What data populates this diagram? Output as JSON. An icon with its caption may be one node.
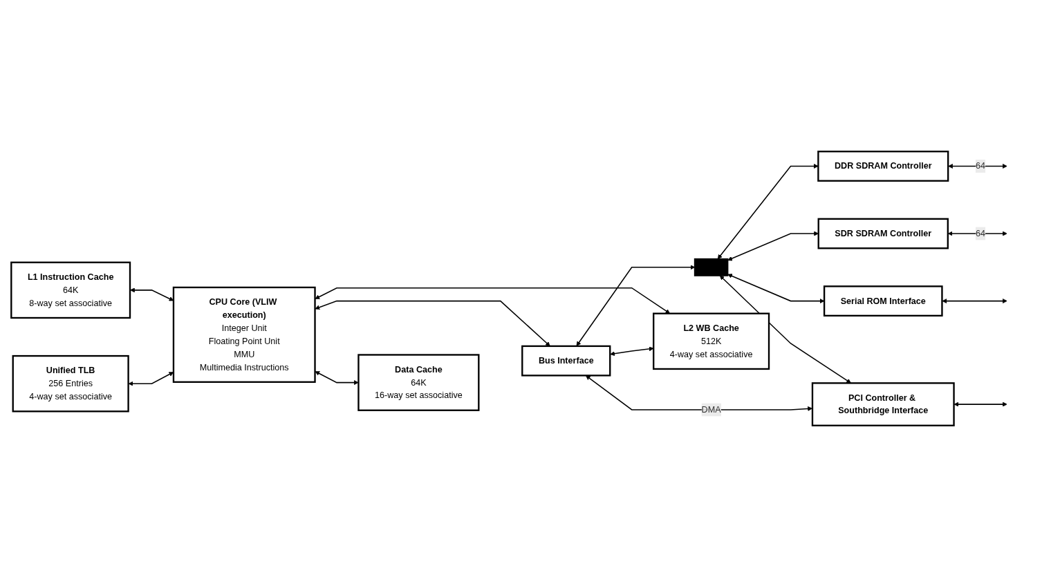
{
  "diagram": {
    "nodes": [
      {
        "text": [
          "L1 Instruction Cache",
          "64K",
          "8-way set associative"
        ]
      },
      {
        "text": [
          "Unified TLB",
          "256 Entries",
          "4-way set associative"
        ]
      },
      {
        "text": [
          "CPU Core (VLIW execution)",
          "Integer Unit",
          "Floating Point Unit",
          "MMU",
          "Multimedia Instructions"
        ]
      },
      {
        "text": [
          "Bus Interface"
        ]
      },
      {
        "text": [],
        "shape": "bar"
      },
      {
        "text": [
          "DDR SDRAM Controller"
        ]
      },
      {
        "text": [
          "SDR SDRAM Controller"
        ]
      },
      {
        "text": [
          "Serial ROM Interface"
        ]
      },
      {
        "text": [
          "PCI Controller & Southbridge Interface"
        ]
      },
      {
        "text": [
          "Data Cache",
          "64K",
          "16-way set associative"
        ]
      },
      {
        "text": [
          "L2 WB Cache",
          "512K",
          "4-way set associative"
        ]
      }
    ],
    "edges": [
      {
        "from": 0,
        "to": 2,
        "arrow": "both"
      },
      {
        "from": 1,
        "to": 2,
        "arrow": "both"
      },
      {
        "from": 2,
        "to": 3,
        "arrow": "both"
      },
      {
        "from": 2,
        "to": 9,
        "arrow": "both"
      },
      {
        "from": 2,
        "to": 10,
        "arrow": "both"
      },
      {
        "from": 3,
        "to": 10,
        "arrow": "both"
      },
      {
        "from": 3,
        "to": 4,
        "arrow": "both"
      },
      {
        "from": 4,
        "to": 5,
        "arrow": "both"
      },
      {
        "from": 4,
        "to": 6,
        "arrow": "both"
      },
      {
        "from": 4,
        "to": 7,
        "arrow": "both"
      },
      {
        "from": 4,
        "to": 8,
        "arrow": "both"
      },
      {
        "from": 5,
        "to": null,
        "arrow": "both",
        "label": "64"
      },
      {
        "from": 6,
        "to": null,
        "arrow": "both",
        "label": "64"
      },
      {
        "from": 7,
        "to": null,
        "arrow": "both"
      },
      {
        "from": 8,
        "to": null,
        "arrow": "both"
      },
      {
        "from": 8,
        "to": 3,
        "arrow": "both",
        "label": "DMA"
      }
    ]
  }
}
